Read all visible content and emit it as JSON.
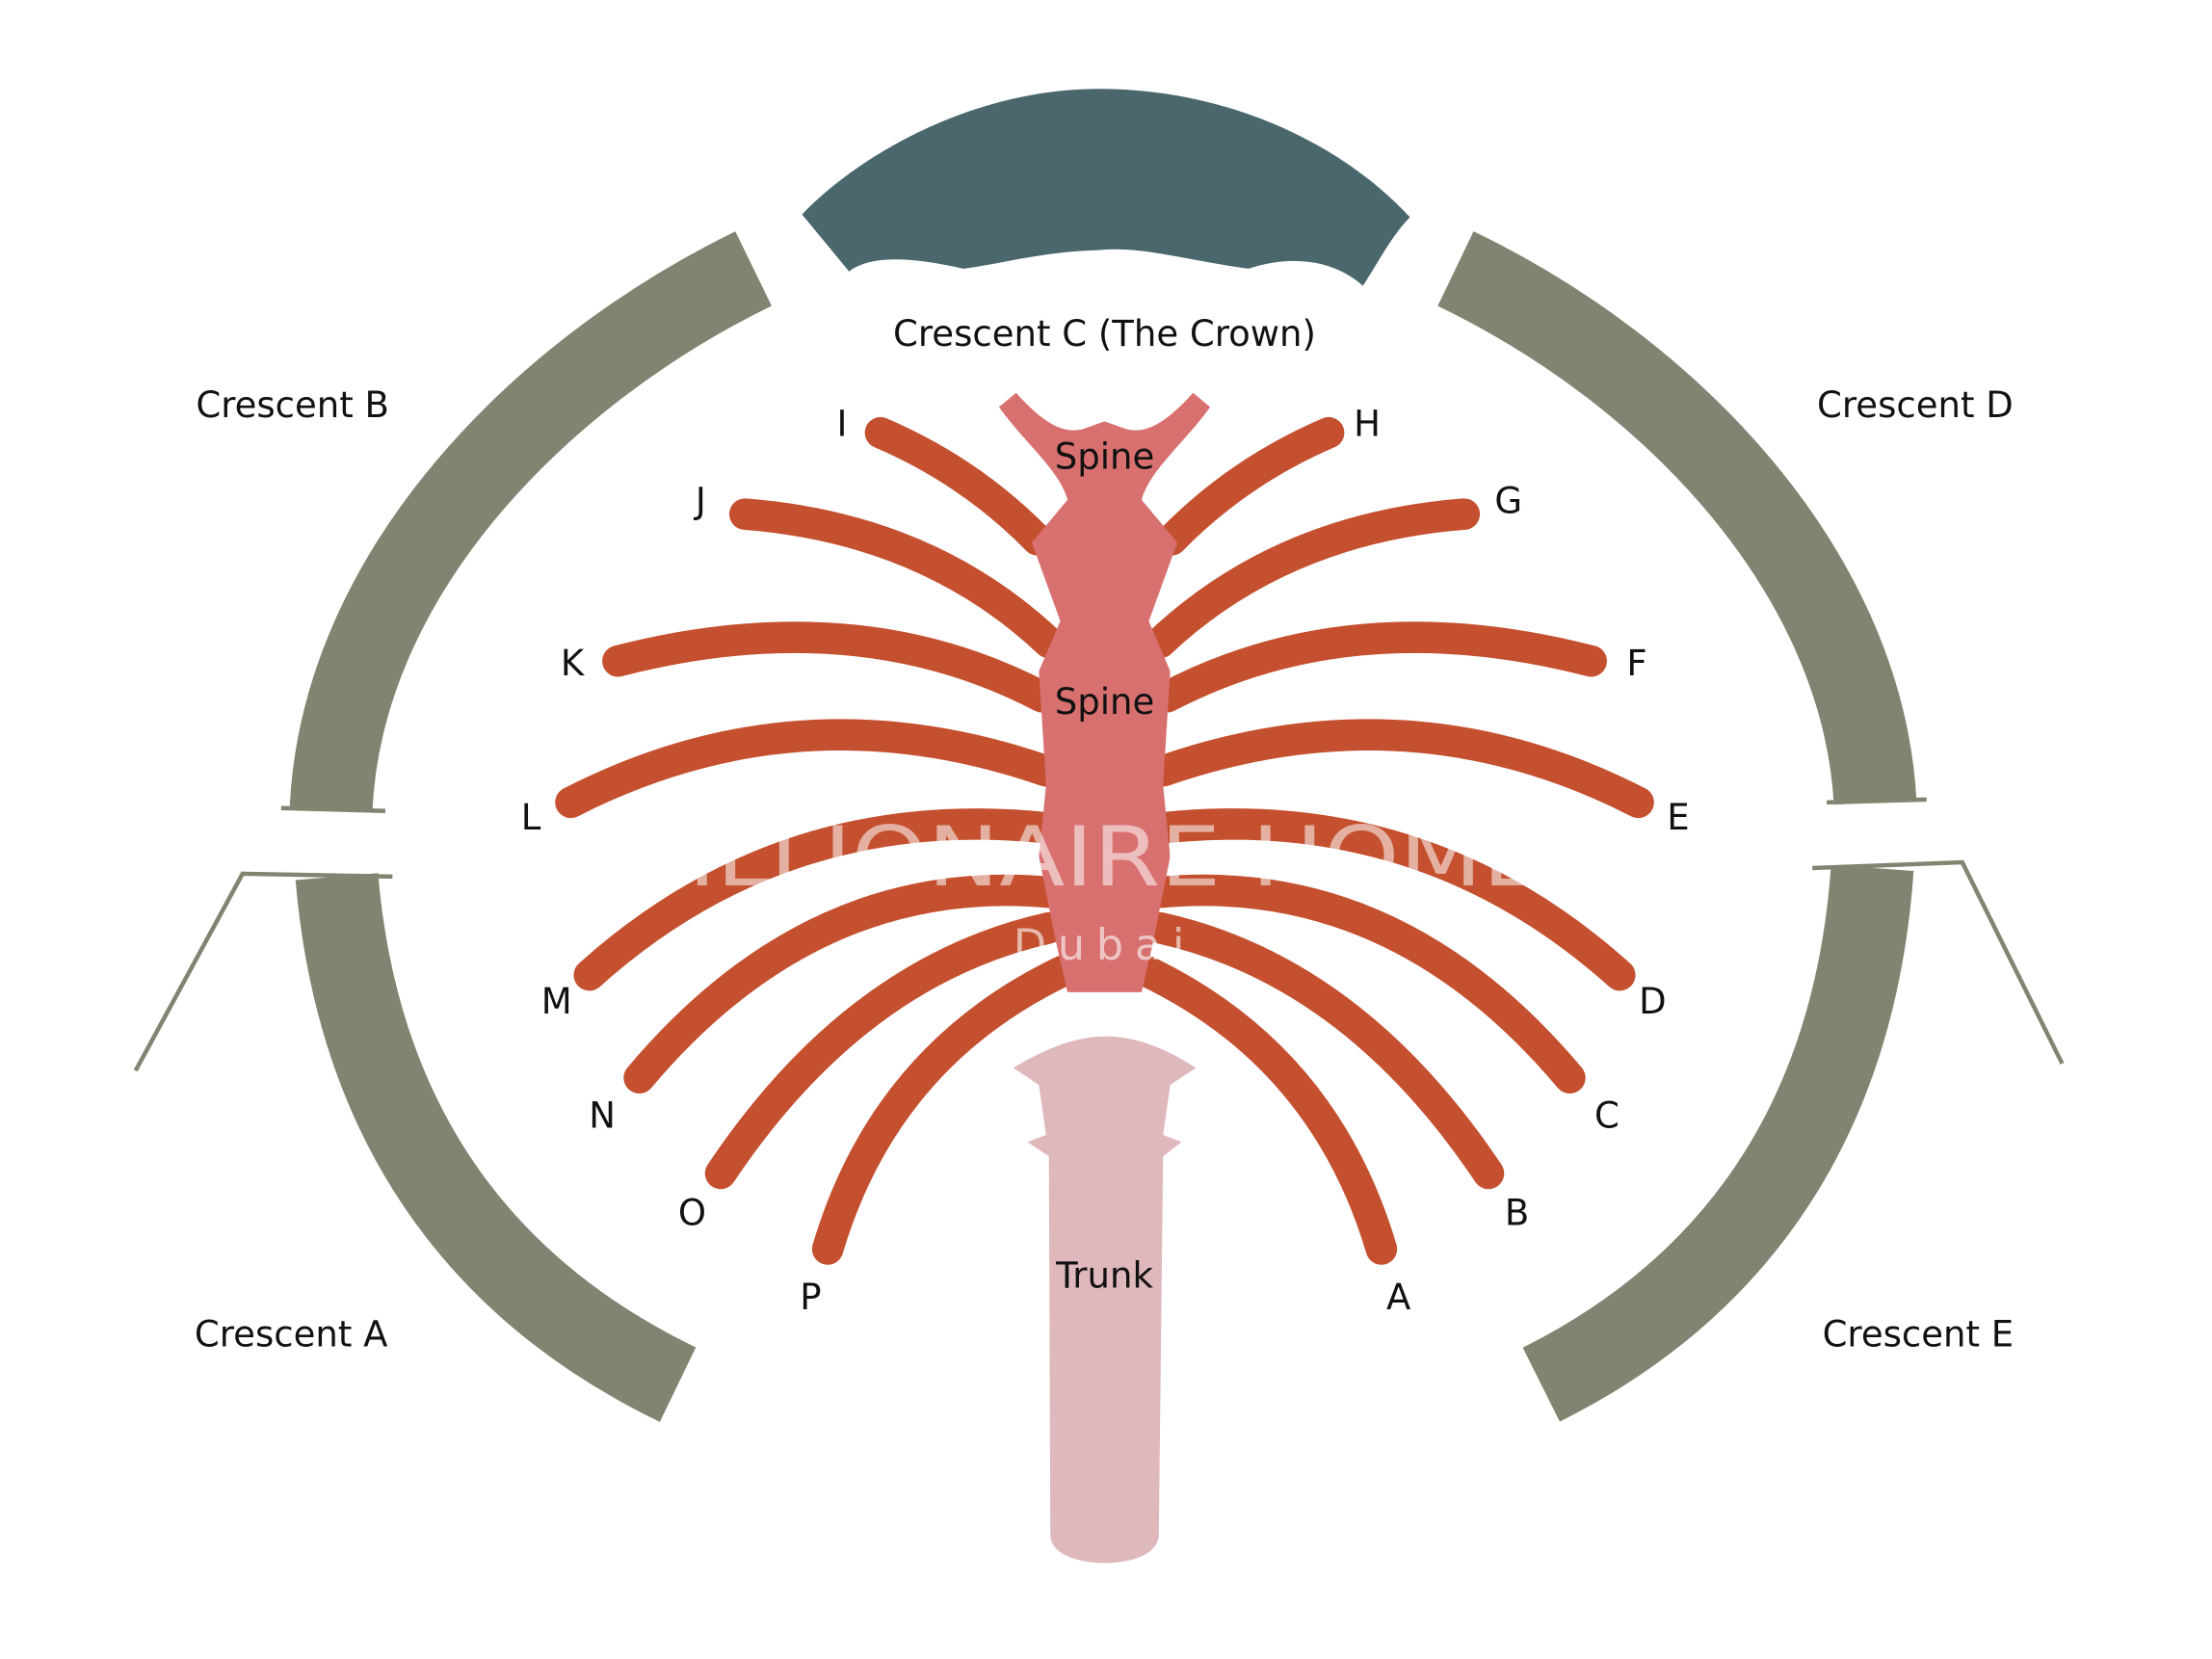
{
  "diagram": {
    "crescents": {
      "A": "Crescent A",
      "B": "Crescent B",
      "C": "Crescent C (The Crown)",
      "D": "Crescent D",
      "E": "Crescent E"
    },
    "spine_labels": [
      "Spine",
      "Spine"
    ],
    "trunk_label": "Trunk",
    "fronds": [
      "A",
      "B",
      "C",
      "D",
      "E",
      "F",
      "G",
      "H",
      "I",
      "J",
      "K",
      "L",
      "M",
      "N",
      "O",
      "P"
    ],
    "watermark": {
      "main": "MILLIONAIRE HOMES",
      "sub": "Dubai"
    },
    "colors": {
      "frond": "#c4502f",
      "spine": "#d87070",
      "trunk": "#deb8ba",
      "crescent": "#818470",
      "crown": "#4a676d"
    }
  }
}
